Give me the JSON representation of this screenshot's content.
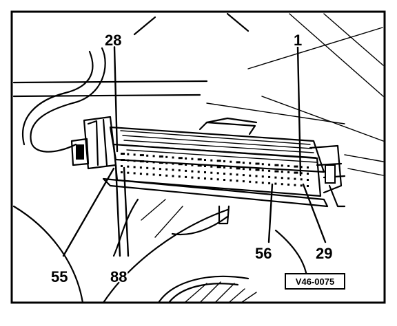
{
  "figure_id": "V46-0075",
  "callouts": {
    "pin_1": "1",
    "pin_28": "28",
    "pin_29": "29",
    "pin_55": "55",
    "pin_56": "56",
    "pin_88": "88"
  }
}
